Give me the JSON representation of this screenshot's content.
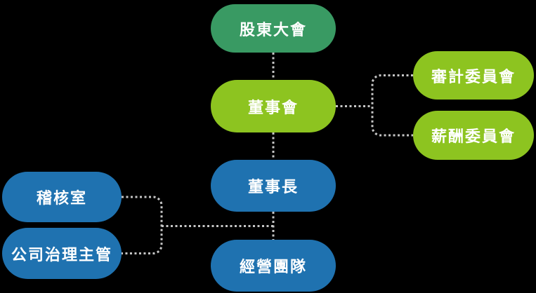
{
  "org_chart": {
    "background_color": "#000000",
    "connector_color": "#c5c5c5",
    "connector_style": "dotted",
    "node_text_color": "#ffffff",
    "colors": {
      "green": "#399a63",
      "lime": "#8dc420",
      "blue": "#1f72b0"
    },
    "nodes": [
      {
        "id": "shareholders-meeting",
        "label": "股東大會",
        "color": "#399a63"
      },
      {
        "id": "board-of-directors",
        "label": "董事會",
        "color": "#8dc420"
      },
      {
        "id": "audit-committee",
        "label": "審計委員會",
        "color": "#8dc420"
      },
      {
        "id": "compensation-committee",
        "label": "薪酬委員會",
        "color": "#8dc420"
      },
      {
        "id": "chairman",
        "label": "董事長",
        "color": "#1f72b0"
      },
      {
        "id": "internal-audit-office",
        "label": "稽核室",
        "color": "#1f72b0"
      },
      {
        "id": "corporate-governance-officer",
        "label": "公司治理主管",
        "color": "#1f72b0"
      },
      {
        "id": "management-team",
        "label": "經營團隊",
        "color": "#1f72b0"
      }
    ],
    "edges": [
      {
        "from": "shareholders-meeting",
        "to": "board-of-directors"
      },
      {
        "from": "board-of-directors",
        "to": "chairman"
      },
      {
        "from": "chairman",
        "to": "management-team"
      },
      {
        "from": "board-of-directors",
        "to": "audit-committee"
      },
      {
        "from": "board-of-directors",
        "to": "compensation-committee"
      },
      {
        "from": "chairman-management-line",
        "to": "internal-audit-office"
      },
      {
        "from": "chairman-management-line",
        "to": "corporate-governance-officer"
      }
    ]
  }
}
